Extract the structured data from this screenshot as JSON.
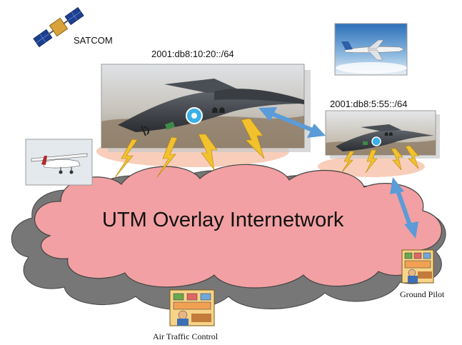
{
  "diagram": {
    "satcom_label": "SATCOM",
    "cloud_label": "UTM Overlay Internetwork",
    "prefix_large": "2001:db8:10:20::/64",
    "prefix_small": "2001:db8:5:55::/64",
    "ground_pilot_label": "Ground Pilot",
    "atc_label": "Air Traffic Control"
  },
  "colors": {
    "cloud_fill": "#f2a0a3",
    "cloud_stroke": "#444444",
    "shadow_cloud": "#777777",
    "arrow": "#5a9bd8",
    "lightning": "#f2c12e",
    "halo": "#f7c9b3"
  },
  "icons": [
    "satellite-icon",
    "drone-icon",
    "airliner-icon",
    "cessna-icon",
    "control-room-icon",
    "lightning-icon",
    "double-arrow-icon"
  ]
}
